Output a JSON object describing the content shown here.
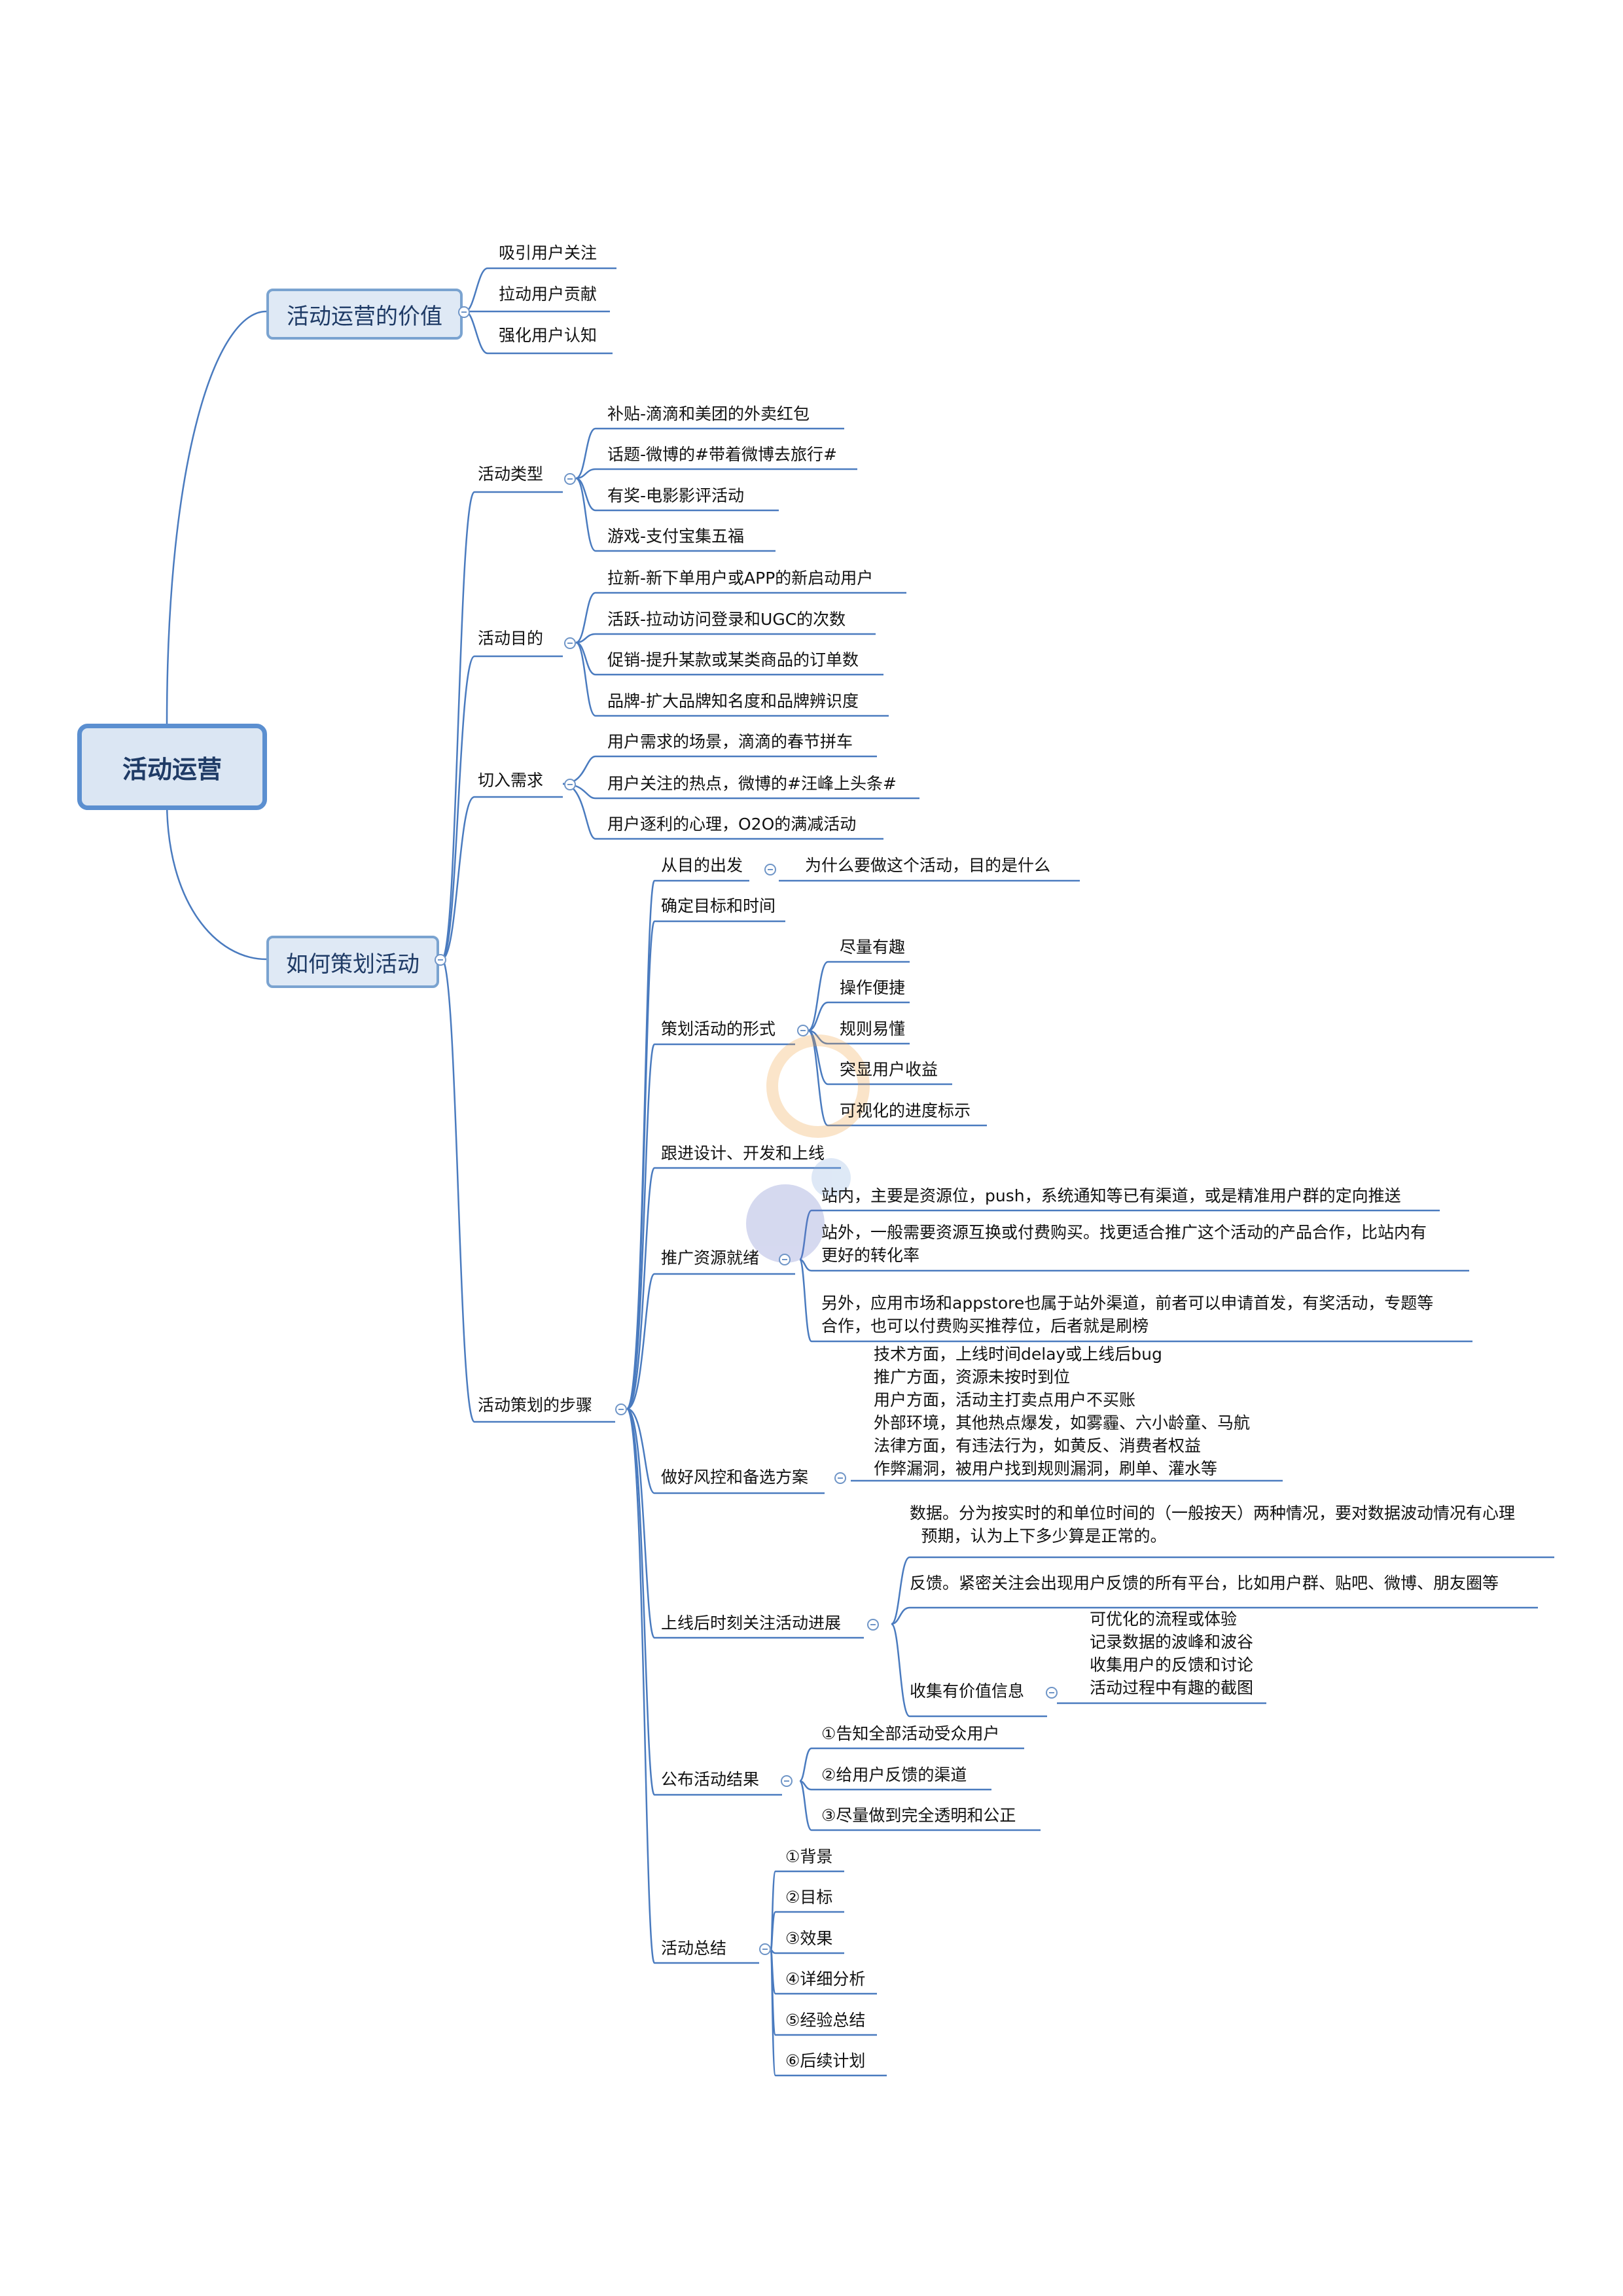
{
  "root": "活动运营",
  "colors": {
    "line": "#4a7bbf",
    "node_fill": "#dfe9f5",
    "node_border": "#7aa3d0",
    "root_border": "#5b8fd0"
  },
  "value_branch": {
    "title": "活动运营的价值",
    "items": [
      "吸引用户关注",
      "拉动用户贡献",
      "强化用户认知"
    ]
  },
  "plan_branch": {
    "title": "如何策划活动",
    "types": {
      "title": "活动类型",
      "items": [
        "补贴-滴滴和美团的外卖红包",
        "话题-微博的#带着微博去旅行#",
        "有奖-电影影评活动",
        "游戏-支付宝集五福"
      ]
    },
    "goals": {
      "title": "活动目的",
      "items": [
        "拉新-新下单用户或APP的新启动用户",
        "活跃-拉动访问登录和UGC的次数",
        "促销-提升某款或某类商品的订单数",
        "品牌-扩大品牌知名度和品牌辨识度"
      ]
    },
    "needs": {
      "title": "切入需求",
      "items": [
        "用户需求的场景，滴滴的春节拼车",
        "用户关注的热点，微博的#汪峰上头条#",
        "用户逐利的心理，O2O的满减活动"
      ]
    },
    "steps": {
      "title": "活动策划的步骤",
      "purpose": {
        "title": "从目的出发",
        "item": "为什么要做这个活动，目的是什么"
      },
      "target": {
        "title": "确定目标和时间"
      },
      "form": {
        "title": "策划活动的形式",
        "items": [
          "尽量有趣",
          "操作便捷",
          "规则易懂",
          "突显用户收益",
          "可视化的进度标示"
        ]
      },
      "dev": {
        "title": "跟进设计、开发和上线"
      },
      "promo": {
        "title": "推广资源就绪",
        "item1": "站内，主要是资源位，push，系统通知等已有渠道，或是精准用户群的定向推送",
        "item2": [
          "站外，一般需要资源互换或付费购买。找更适合推广这个活动的产品合作，比站内有",
          "更好的转化率"
        ],
        "item3": [
          "另外，应用市场和appstore也属于站外渠道，前者可以申请首发，有奖活动，专题等",
          "合作，也可以付费购买推荐位，后者就是刷榜"
        ]
      },
      "risk": {
        "title": "做好风控和备选方案",
        "lines": [
          "技术方面，上线时间delay或上线后bug",
          "推广方面，资源未按时到位",
          "用户方面，活动主打卖点用户不买账",
          "外部环境，其他热点爆发，如雾霾、六小龄童、马航",
          "法律方面，有违法行为，如黄反、消费者权益",
          "作弊漏洞，被用户找到规则漏洞，刷单、灌水等"
        ]
      },
      "monitor": {
        "title": "上线后时刻关注活动进展",
        "data": [
          "数据。分为按实时的和单位时间的（一般按天）两种情况，要对数据波动情况有心理",
          "预期，认为上下多少算是正常的。"
        ],
        "feedback": "反馈。紧密关注会出现用户反馈的所有平台，比如用户群、贴吧、微博、朋友圈等",
        "collect": {
          "title": "收集有价值信息",
          "lines": [
            "可优化的流程或体验",
            "记录数据的波峰和波谷",
            "收集用户的反馈和讨论",
            "活动过程中有趣的截图"
          ]
        }
      },
      "publish": {
        "title": "公布活动结果",
        "items": [
          "①告知全部活动受众用户",
          "②给用户反馈的渠道",
          "③尽量做到完全透明和公正"
        ]
      },
      "summary": {
        "title": "活动总结",
        "items": [
          "①背景",
          "②目标",
          "③效果",
          "④详细分析",
          "⑤经验总结",
          "⑥后续计划"
        ]
      }
    }
  }
}
